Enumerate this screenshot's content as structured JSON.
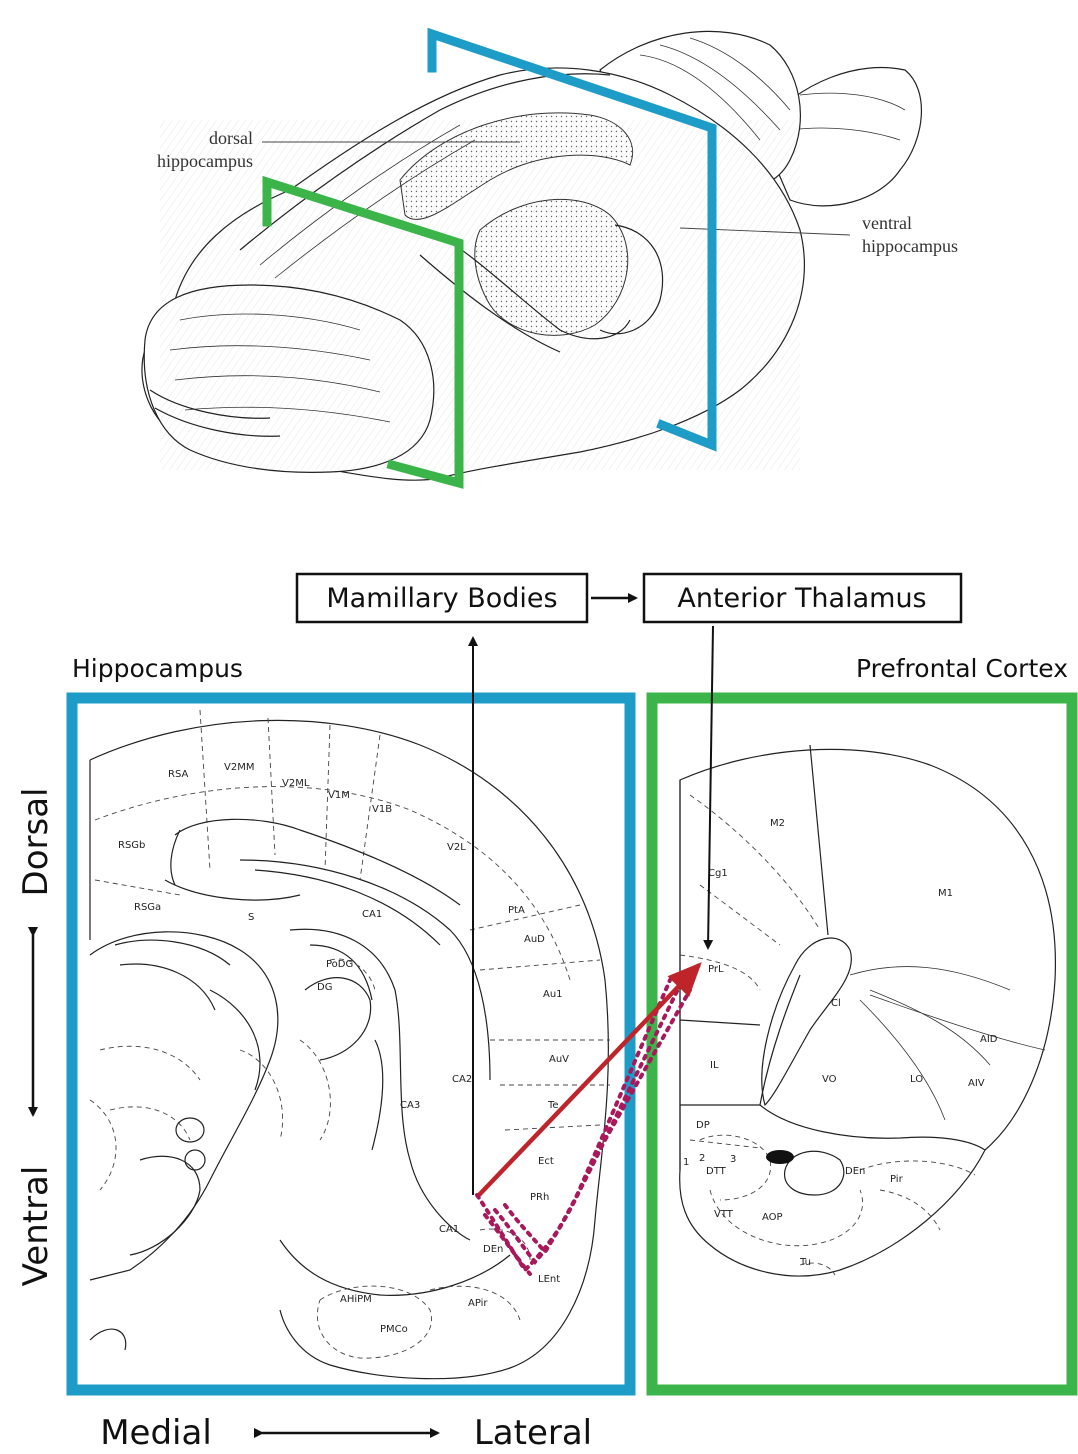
{
  "brain_labels": {
    "dorsal_line1": "dorsal",
    "dorsal_line2": "hippocampus",
    "ventral_line1": "ventral",
    "ventral_line2": "hippocampus"
  },
  "boxes": {
    "mamillary": "Mamillary Bodies",
    "thalamus": "Anterior Thalamus"
  },
  "panels": {
    "hippocampus": "Hippocampus",
    "prefrontal": "Prefrontal Cortex"
  },
  "axes": {
    "dorsal": "Dorsal",
    "ventral": "Ventral",
    "medial": "Medial",
    "lateral": "Lateral"
  },
  "hippo_regions": [
    "RSA",
    "V2MM",
    "V2ML",
    "V1M",
    "V1B",
    "RSGb",
    "V2L",
    "RSGa",
    "S",
    "CA1",
    "PtA",
    "PoDG",
    "DG",
    "AuD",
    "Au1",
    "AuV",
    "CA2",
    "CA3",
    "Te",
    "Ect",
    "PRh",
    "CA1",
    "DEn",
    "LEnt",
    "AHiPM",
    "APir",
    "PMCo"
  ],
  "pfc_regions": [
    "M2",
    "Cg1",
    "M1",
    "PrL",
    "Cl",
    "AID",
    "IL",
    "VO",
    "LO",
    "AIV",
    "DP",
    "1",
    "2",
    "3",
    "DTT",
    "DEn",
    "Pir",
    "VTT",
    "AOP",
    "Tu"
  ],
  "colors": {
    "hippocampus_frame": "#1e9cc8",
    "prefrontal_frame": "#3bb54a",
    "projection_arrow": "#c0242b",
    "projection_dots": "#a8185a",
    "ink": "#111111"
  }
}
